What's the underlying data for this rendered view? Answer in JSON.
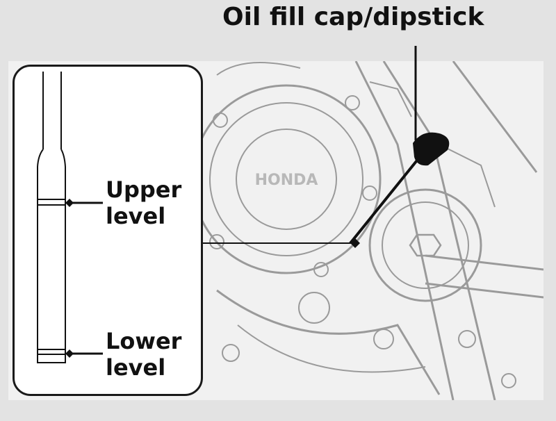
{
  "title": "Oil fill cap/dipstick",
  "inset": {
    "upper_label": [
      "Upper",
      "level"
    ],
    "lower_label": [
      "Lower",
      "level"
    ]
  },
  "engine": {
    "badge_text": "HONDA"
  },
  "colors": {
    "background": "#e3e3e3",
    "line": "#111111",
    "engine_stroke": "#9a9a9a"
  }
}
